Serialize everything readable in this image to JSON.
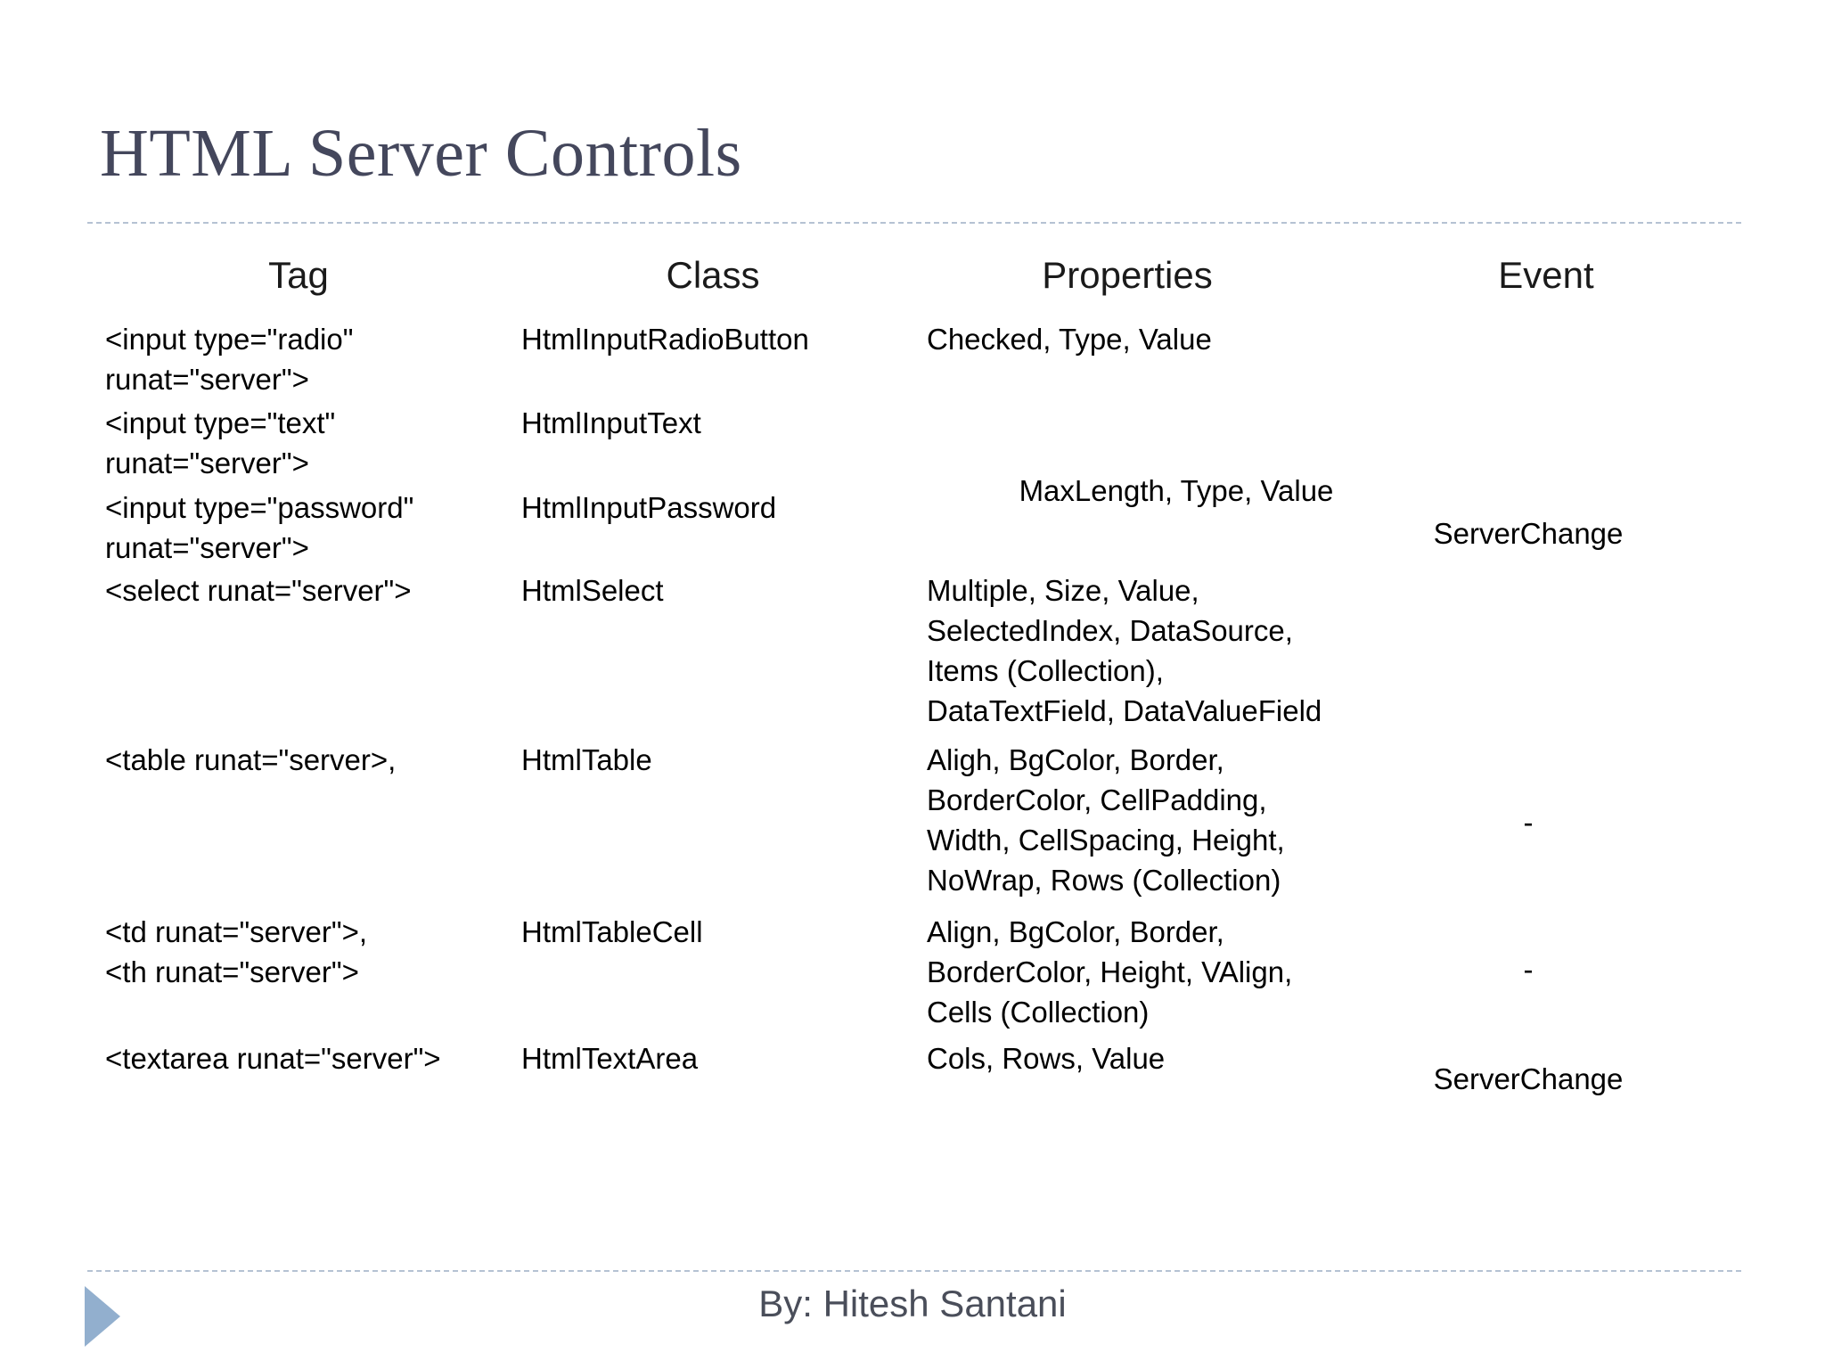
{
  "slide": {
    "title": "HTML Server Controls",
    "footer_text": "By: Hitesh Santani",
    "accent_color": "#92afce",
    "title_color": "#44475c",
    "rule_color": "#a9b8cc"
  },
  "table": {
    "headers": {
      "tag": "Tag",
      "cls": "Class",
      "props": "Properties",
      "event": "Event"
    },
    "rows": [
      {
        "tag": "<input type=\"radio\"\nrunat=\"server\">",
        "cls": "HtmlInputRadioButton",
        "props": "Checked, Type, Value",
        "event": ""
      },
      {
        "tag": "<input type=\"text\"\nrunat=\"server\">",
        "cls": "HtmlInputText",
        "props": "",
        "event": ""
      },
      {
        "tag": "<input type=\"password\"\nrunat=\"server\">",
        "cls": "HtmlInputPassword",
        "props": "",
        "event": ""
      },
      {
        "tag": "<select runat=\"server\">",
        "cls": "HtmlSelect",
        "props": "Multiple, Size, Value,\nSelectedIndex, DataSource,\nItems (Collection),\nDataTextField, DataValueField",
        "event": ""
      },
      {
        "tag": "<table runat=\"server>,",
        "cls": "HtmlTable",
        "props": "Aligh, BgColor, Border,\nBorderColor, CellPadding,\nWidth, CellSpacing, Height,\nNoWrap, Rows (Collection)",
        "event": "-"
      },
      {
        "tag": "<td runat=\"server\">,\n<th runat=\"server\">",
        "cls": "HtmlTableCell",
        "props": "Align, BgColor, Border,\nBorderColor, Height, VAlign,\nCells (Collection)",
        "event": "-"
      },
      {
        "tag": "<textarea runat=\"server\">",
        "cls": "HtmlTextArea",
        "props": "Cols, Rows, Value",
        "event": ""
      }
    ],
    "spanning": {
      "maxlength_props": "MaxLength, Type, Value",
      "serverchange_top": "ServerChange",
      "serverchange_bottom": "ServerChange"
    }
  }
}
